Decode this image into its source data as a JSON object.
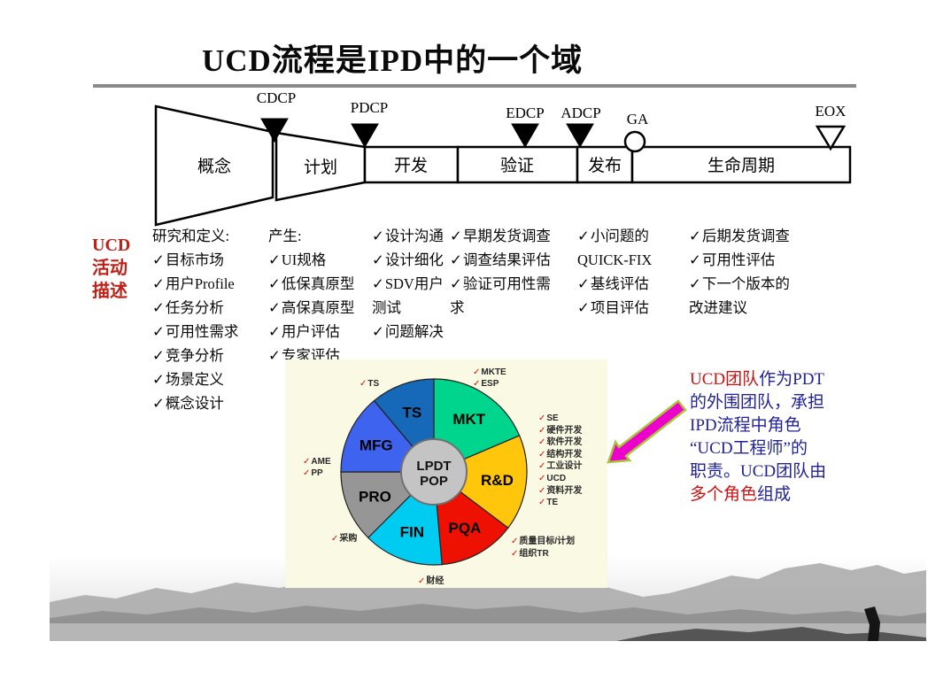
{
  "slide": {
    "title": "UCD流程是IPD中的一个域",
    "divider_color": "#8a8a8a"
  },
  "icons": {
    "check": "✓"
  },
  "flow": {
    "phases": [
      {
        "label": "概念"
      },
      {
        "label": "计划"
      },
      {
        "label": "开发"
      },
      {
        "label": "验证"
      },
      {
        "label": "发布"
      },
      {
        "label": "生命周期"
      }
    ],
    "milestones": [
      {
        "label": "CDCP",
        "marker": "filled-triangle"
      },
      {
        "label": "PDCP",
        "marker": "filled-triangle"
      },
      {
        "label": "EDCP",
        "marker": "filled-triangle"
      },
      {
        "label": "ADCP",
        "marker": "filled-triangle"
      },
      {
        "label": "GA",
        "marker": "circle"
      },
      {
        "label": "EOX",
        "marker": "open-triangle"
      }
    ]
  },
  "ucd_label": {
    "lines": [
      "UCD",
      "活动",
      "描述"
    ],
    "color": "#C02018"
  },
  "activity_columns": [
    {
      "header": "研究和定义:",
      "items": [
        "目标市场",
        "用户Profile",
        "任务分析",
        "可用性需求",
        "竞争分析",
        "场景定义",
        "概念设计"
      ]
    },
    {
      "header": "产生:",
      "items": [
        "UI规格",
        "低保真原型",
        "高保真原型",
        "用户评估",
        "专家评估"
      ]
    },
    {
      "items": [
        "设计沟通",
        "设计细化",
        "SDV用户测试",
        "问题解决"
      ]
    },
    {
      "items": [
        "早期发货调查",
        "调查结果评估",
        "验证可用性需求"
      ]
    },
    {
      "items": [
        "小问题的QUICK-FIX",
        "基线评估",
        "项目评估"
      ]
    },
    {
      "items": [
        "后期发货调查",
        "可用性评估",
        "下一个版本的改进建议"
      ]
    }
  ],
  "chart_data": {
    "type": "pie",
    "title": "",
    "center_label": [
      "LPDT",
      "POP"
    ],
    "layout": {
      "background": "#FAF9E3",
      "legend": false,
      "donut": true
    },
    "segments": [
      {
        "label": "MKT",
        "start_angle": 0,
        "end_angle": 67,
        "color": "#00D58E"
      },
      {
        "label": "R&D",
        "start_angle": 67,
        "end_angle": 127,
        "color": "#FFC60B"
      },
      {
        "label": "PQA",
        "start_angle": 127,
        "end_angle": 175,
        "color": "#EE1000"
      },
      {
        "label": "FIN",
        "start_angle": 175,
        "end_angle": 225,
        "color": "#00CCF2"
      },
      {
        "label": "PRO",
        "start_angle": 225,
        "end_angle": 270,
        "color": "#969696"
      },
      {
        "label": "MFG",
        "start_angle": 270,
        "end_angle": 320,
        "color": "#3E63EE"
      },
      {
        "label": "TS",
        "start_angle": 320,
        "end_angle": 360,
        "color": "#1668B8"
      }
    ],
    "annotations": [
      {
        "text": "TS"
      },
      {
        "text": "MKTE"
      },
      {
        "text": "ESP"
      },
      {
        "text": "SE"
      },
      {
        "text": "硬件开发"
      },
      {
        "text": "软件开发"
      },
      {
        "text": "结构开发"
      },
      {
        "text": "工业设计"
      },
      {
        "text": "UCD"
      },
      {
        "text": "资料开发"
      },
      {
        "text": "TE"
      },
      {
        "text": "质量目标/计划"
      },
      {
        "text": "组织TR"
      },
      {
        "text": "财经"
      },
      {
        "text": "采购"
      },
      {
        "text": "AME"
      },
      {
        "text": "PP"
      }
    ]
  },
  "team_note": {
    "text_color": "#22229A",
    "em_color": "#CC1111",
    "lines": [
      [
        {
          "text": "UCD团队"
        },
        {
          "text": "作为PDT"
        }
      ],
      [
        {
          "text": "的外围团队，承担"
        }
      ],
      [
        {
          "text": "IPD流程中角色"
        }
      ],
      [
        {
          "text": "“UCD工程师”的"
        }
      ],
      [
        {
          "text": "职责。UCD团队由"
        }
      ],
      [
        {
          "text": "多个角色"
        },
        {
          "text": "组成"
        }
      ]
    ]
  },
  "arrow": {
    "color": "#EE00CC",
    "outline": "#A8C53A"
  }
}
